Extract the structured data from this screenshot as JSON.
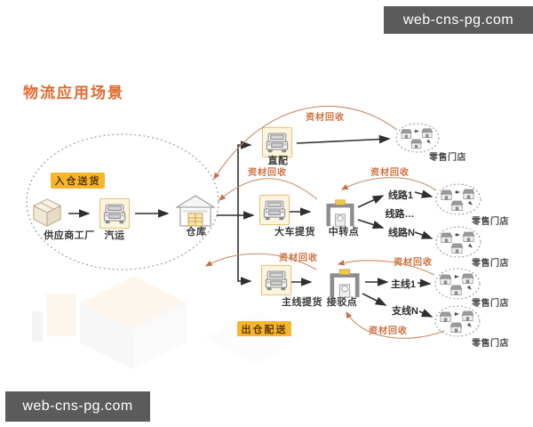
{
  "watermarks": {
    "top": "web-cns-pg.com",
    "bottom": "web-cns-pg.com"
  },
  "title": "物流应用场景",
  "badges": {
    "inbound": "入仓送货",
    "outbound": "出仓配送"
  },
  "nodes": {
    "supplier_factory": "供应商工厂",
    "road_transport": "汽运",
    "warehouse": "仓库",
    "direct_delivery": "直配",
    "big_truck_pickup": "大车提货",
    "transfer_point": "中转点",
    "mainline_pickup": "主线提货",
    "shuttle_point": "接驳点"
  },
  "routes": {
    "line_1": "线路1",
    "line_more": "线路…",
    "line_n": "线路N",
    "main_1": "主线1",
    "branch_n": "支线N"
  },
  "labels": {
    "material_recycle": "资材回收",
    "retail_store": "零售门店"
  },
  "colors": {
    "accent_orange": "#E2692E",
    "recycle_orange": "#CE6F3D",
    "badge_yellow": "#F7B52C",
    "watermark_gray": "#5B5B5B",
    "flow_black": "#2F2F2F"
  }
}
